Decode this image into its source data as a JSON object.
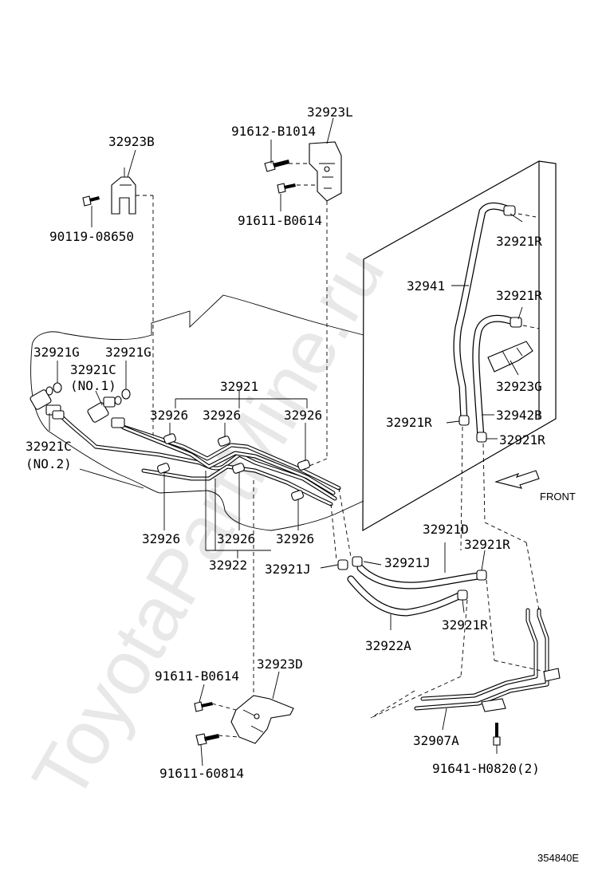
{
  "watermark": "ToyotaPartMine.ru",
  "diagram_id": "354840E",
  "labels": {
    "p32923B": "32923B",
    "p90119": "90119-08650",
    "p91612": "91612-B1014",
    "p32923L": "32923L",
    "p91611_top": "91611-B0614",
    "p32921G_a": "32921G",
    "p32921G_b": "32921G",
    "p32921C_no1": "32921C",
    "no1": "(NO.1)",
    "p32921C_no2": "32921C",
    "no2": "(NO.2)",
    "p32921": "32921",
    "p32926_a": "32926",
    "p32926_b": "32926",
    "p32926_c": "32926",
    "p32926_d": "32926",
    "p32926_e": "32926",
    "p32926_f": "32926",
    "p32922": "32922",
    "p32921R_1": "32921R",
    "p32941": "32941",
    "p32921R_2": "32921R",
    "p32923G": "32923G",
    "p32921R_3": "32921R",
    "p32942B": "32942B",
    "p32921R_4": "32921R",
    "front": "FRONT",
    "p32921D": "32921D",
    "p32921J_a": "32921J",
    "p32921J_b": "32921J",
    "p32921R_5": "32921R",
    "p32921R_6": "32921R",
    "p32922A": "32922A",
    "p91611_bot1": "91611-B0614",
    "p32923D": "32923D",
    "p91611_60814": "91611-60814",
    "p32907A": "32907A",
    "p91641": "91641-H0820(2)"
  }
}
